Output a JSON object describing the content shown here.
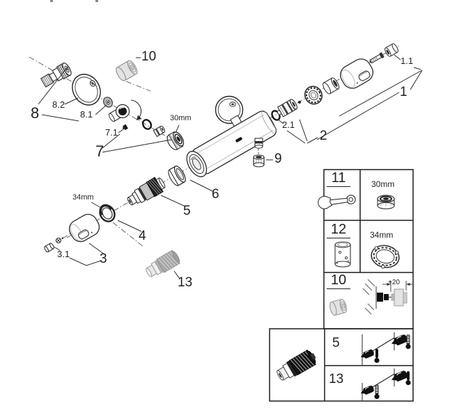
{
  "diagram": {
    "description": "Exploded spare-parts drawing of a thermostatic shower mixer",
    "labels": {
      "n1": "1",
      "n1_1": "1.1",
      "n2": "2",
      "n2_1": "2.1",
      "n3": "3",
      "n3_1": "3.1",
      "n4": "4",
      "n5": "5",
      "n6": "6",
      "n7": "7",
      "n7_1": "7.1",
      "n8": "8",
      "n8_1": "8.1",
      "n8_2": "8.2",
      "n9": "9",
      "n10": "10",
      "n13": "13",
      "size30": "30mm",
      "size34": "34mm"
    }
  },
  "tools_panel": {
    "rows": [
      {
        "item": "11",
        "size": "30mm",
        "tool_icon": "open-end-wrench-icon",
        "size_icon": "cap-nut-30mm-icon"
      },
      {
        "item": "12",
        "size": "34mm",
        "tool_icon": "cartridge-socket-tool-icon",
        "size_icon": "ring-nut-34mm-icon"
      },
      {
        "item": "10",
        "dimension": "+20",
        "tool_icon": "cover-cap-icon",
        "size_icon": "extension-set-diagram"
      }
    ]
  },
  "service_panel": {
    "part_icon": "check-valve-cartridge-icon",
    "rows": [
      {
        "item": "5",
        "icons": [
          "valve-solid-thermometer-icon",
          "valve-striped-thermometer-icon"
        ]
      },
      {
        "item": "13",
        "icons": [
          "valve-striped-thermometer-icon",
          "valve-solid-thermometer-icon"
        ]
      }
    ]
  },
  "colors": {
    "ink": "#2b2b2b",
    "muted_part": "#c9c9c9",
    "background": "#ffffff"
  }
}
